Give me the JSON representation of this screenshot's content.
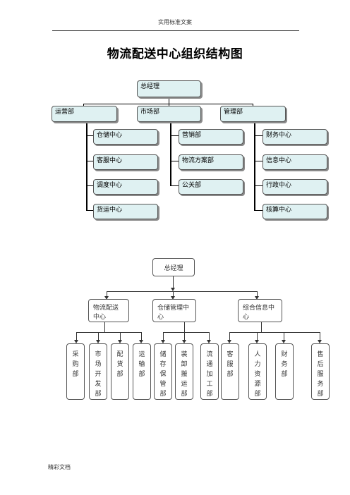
{
  "header": {
    "text": "实用标准文案"
  },
  "title": "物流配送中心组织结构图",
  "footer": {
    "text": "精彩文档"
  },
  "chart1": {
    "root": "总经理",
    "branches": [
      {
        "label": "运营部",
        "children": [
          "仓储中心",
          "客服中心",
          "调度中心",
          "货运中心"
        ]
      },
      {
        "label": "市场部",
        "children": [
          "营销部",
          "物流方案部",
          "公关部"
        ]
      },
      {
        "label": "管理部",
        "children": [
          "财务中心",
          "信息中心",
          "行政中心",
          "核算中心"
        ]
      }
    ]
  },
  "chart2": {
    "root": "总经理",
    "branches": [
      {
        "label": "物流配送中心",
        "children": [
          "采购部",
          "市场开发部",
          "配货部",
          "运输部"
        ]
      },
      {
        "label": "仓储管理中心",
        "children": [
          "储存保管部",
          "装卸搬运部",
          "流通加工部"
        ]
      },
      {
        "label": "综合信息中心",
        "children": [
          "客服部",
          "人力资源部",
          "财务部",
          "售后服务部"
        ]
      }
    ]
  }
}
